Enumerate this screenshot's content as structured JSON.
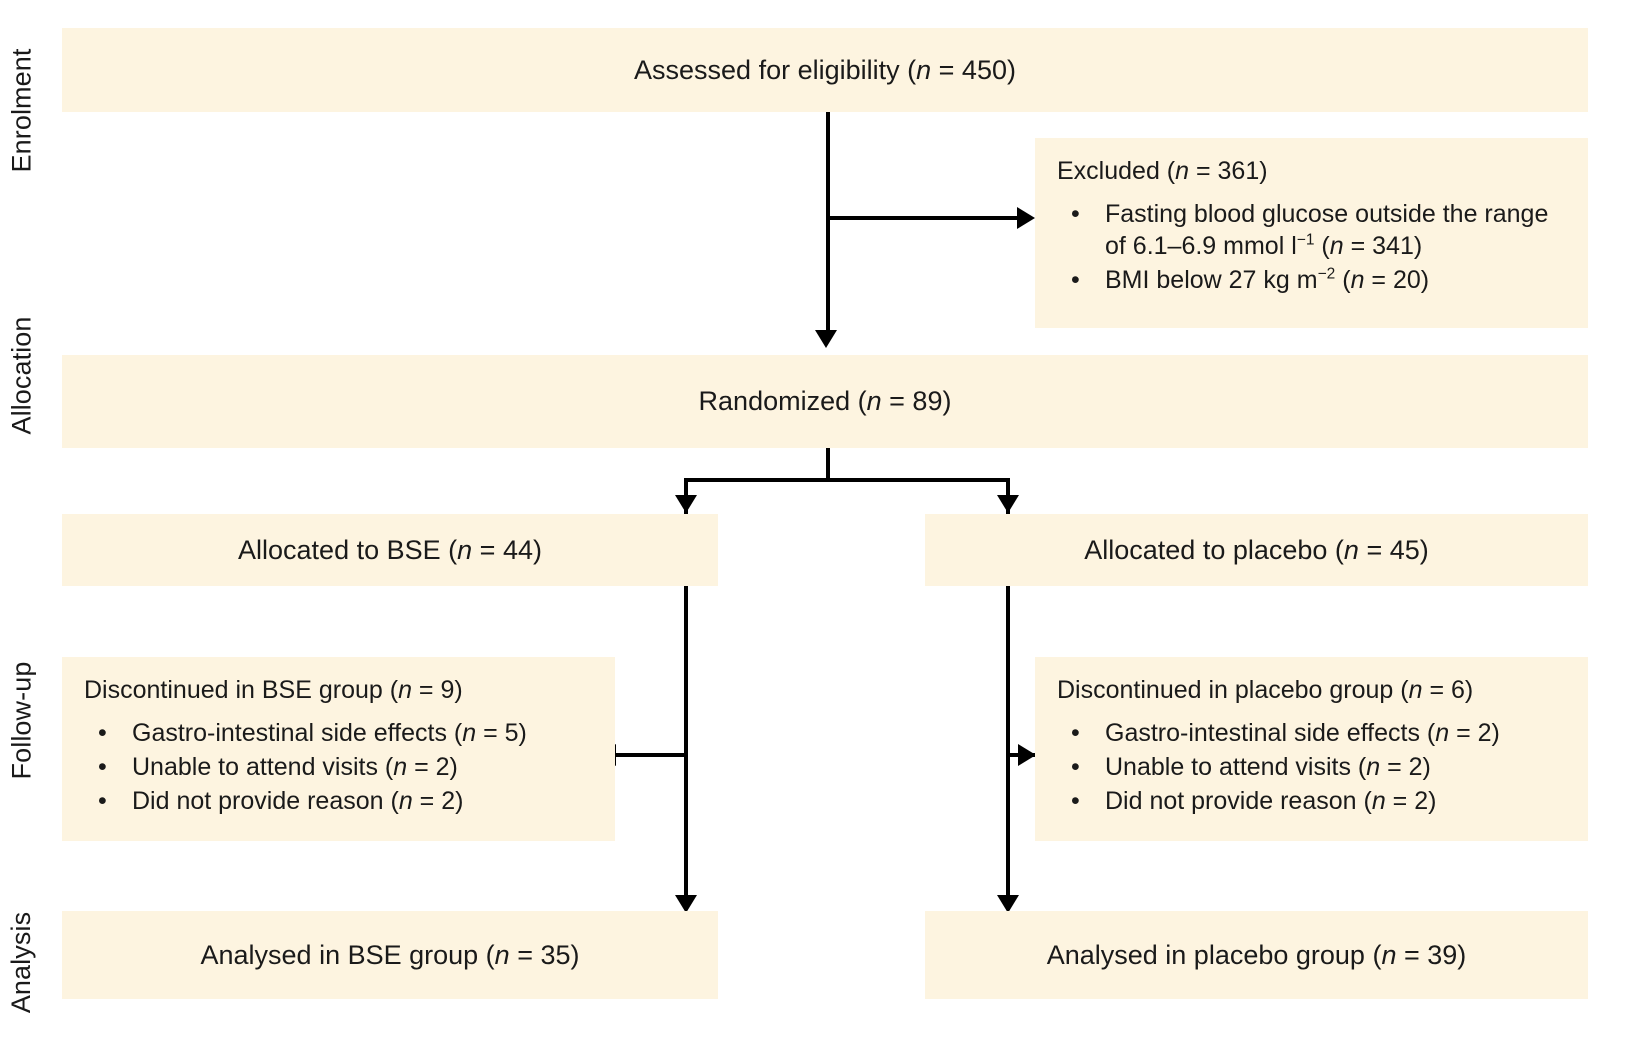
{
  "diagram": {
    "type": "consort-flow-diagram",
    "accent_box_color": "#fdf4e0",
    "line_color": "#000000",
    "text_color": "#1a1a1a"
  },
  "stages": [
    {
      "key": "enrolment",
      "label": "Enrolment"
    },
    {
      "key": "allocation",
      "label": "Allocation"
    },
    {
      "key": "followup",
      "label": "Follow-up"
    },
    {
      "key": "analysis",
      "label": "Analysis"
    }
  ],
  "nodes": {
    "assessed": {
      "text": "Assessed for eligibility (",
      "var": "n",
      "eq": " = 450)"
    },
    "excluded": {
      "title_text": "Excluded (",
      "title_var": "n",
      "title_eq": " = 361)",
      "bullets": [
        {
          "pre": "Fasting blood glucose outside the range of 6.1–6.9 mmol l",
          "sup": "−1",
          "mid": " (",
          "var": "n",
          "post": " = 341)"
        },
        {
          "pre": "BMI below 27 kg m",
          "sup": "−2",
          "mid": " (",
          "var": "n",
          "post": " = 20)"
        }
      ]
    },
    "randomized": {
      "text": "Randomized (",
      "var": "n",
      "eq": " = 89)"
    },
    "allocated_bse": {
      "text": "Allocated to BSE (",
      "var": "n",
      "eq": " = 44)"
    },
    "allocated_placebo": {
      "text": "Allocated to placebo (",
      "var": "n",
      "eq": " = 45)"
    },
    "discontinued_bse": {
      "title_text": "Discontinued in BSE group (",
      "title_var": "n",
      "title_eq": " = 9)",
      "bullets": [
        {
          "pre": "Gastro-intestinal side effects (",
          "var": "n",
          "post": " = 5)"
        },
        {
          "pre": "Unable to attend visits (",
          "var": "n",
          "post": " = 2)"
        },
        {
          "pre": "Did not provide reason (",
          "var": "n",
          "post": " = 2)"
        }
      ]
    },
    "discontinued_placebo": {
      "title_text": "Discontinued in placebo group (",
      "title_var": "n",
      "title_eq": " = 6)",
      "bullets": [
        {
          "pre": "Gastro-intestinal side effects (",
          "var": "n",
          "post": " = 2)"
        },
        {
          "pre": "Unable to attend visits (",
          "var": "n",
          "post": " = 2)"
        },
        {
          "pre": "Did not provide reason (",
          "var": "n",
          "post": " = 2)"
        }
      ]
    },
    "analysed_bse": {
      "text": "Analysed in BSE group (",
      "var": "n",
      "eq": " = 35)"
    },
    "analysed_placebo": {
      "text": "Analysed in placebo group (",
      "var": "n",
      "eq": " = 39)"
    }
  },
  "bullet_glyph": "•"
}
